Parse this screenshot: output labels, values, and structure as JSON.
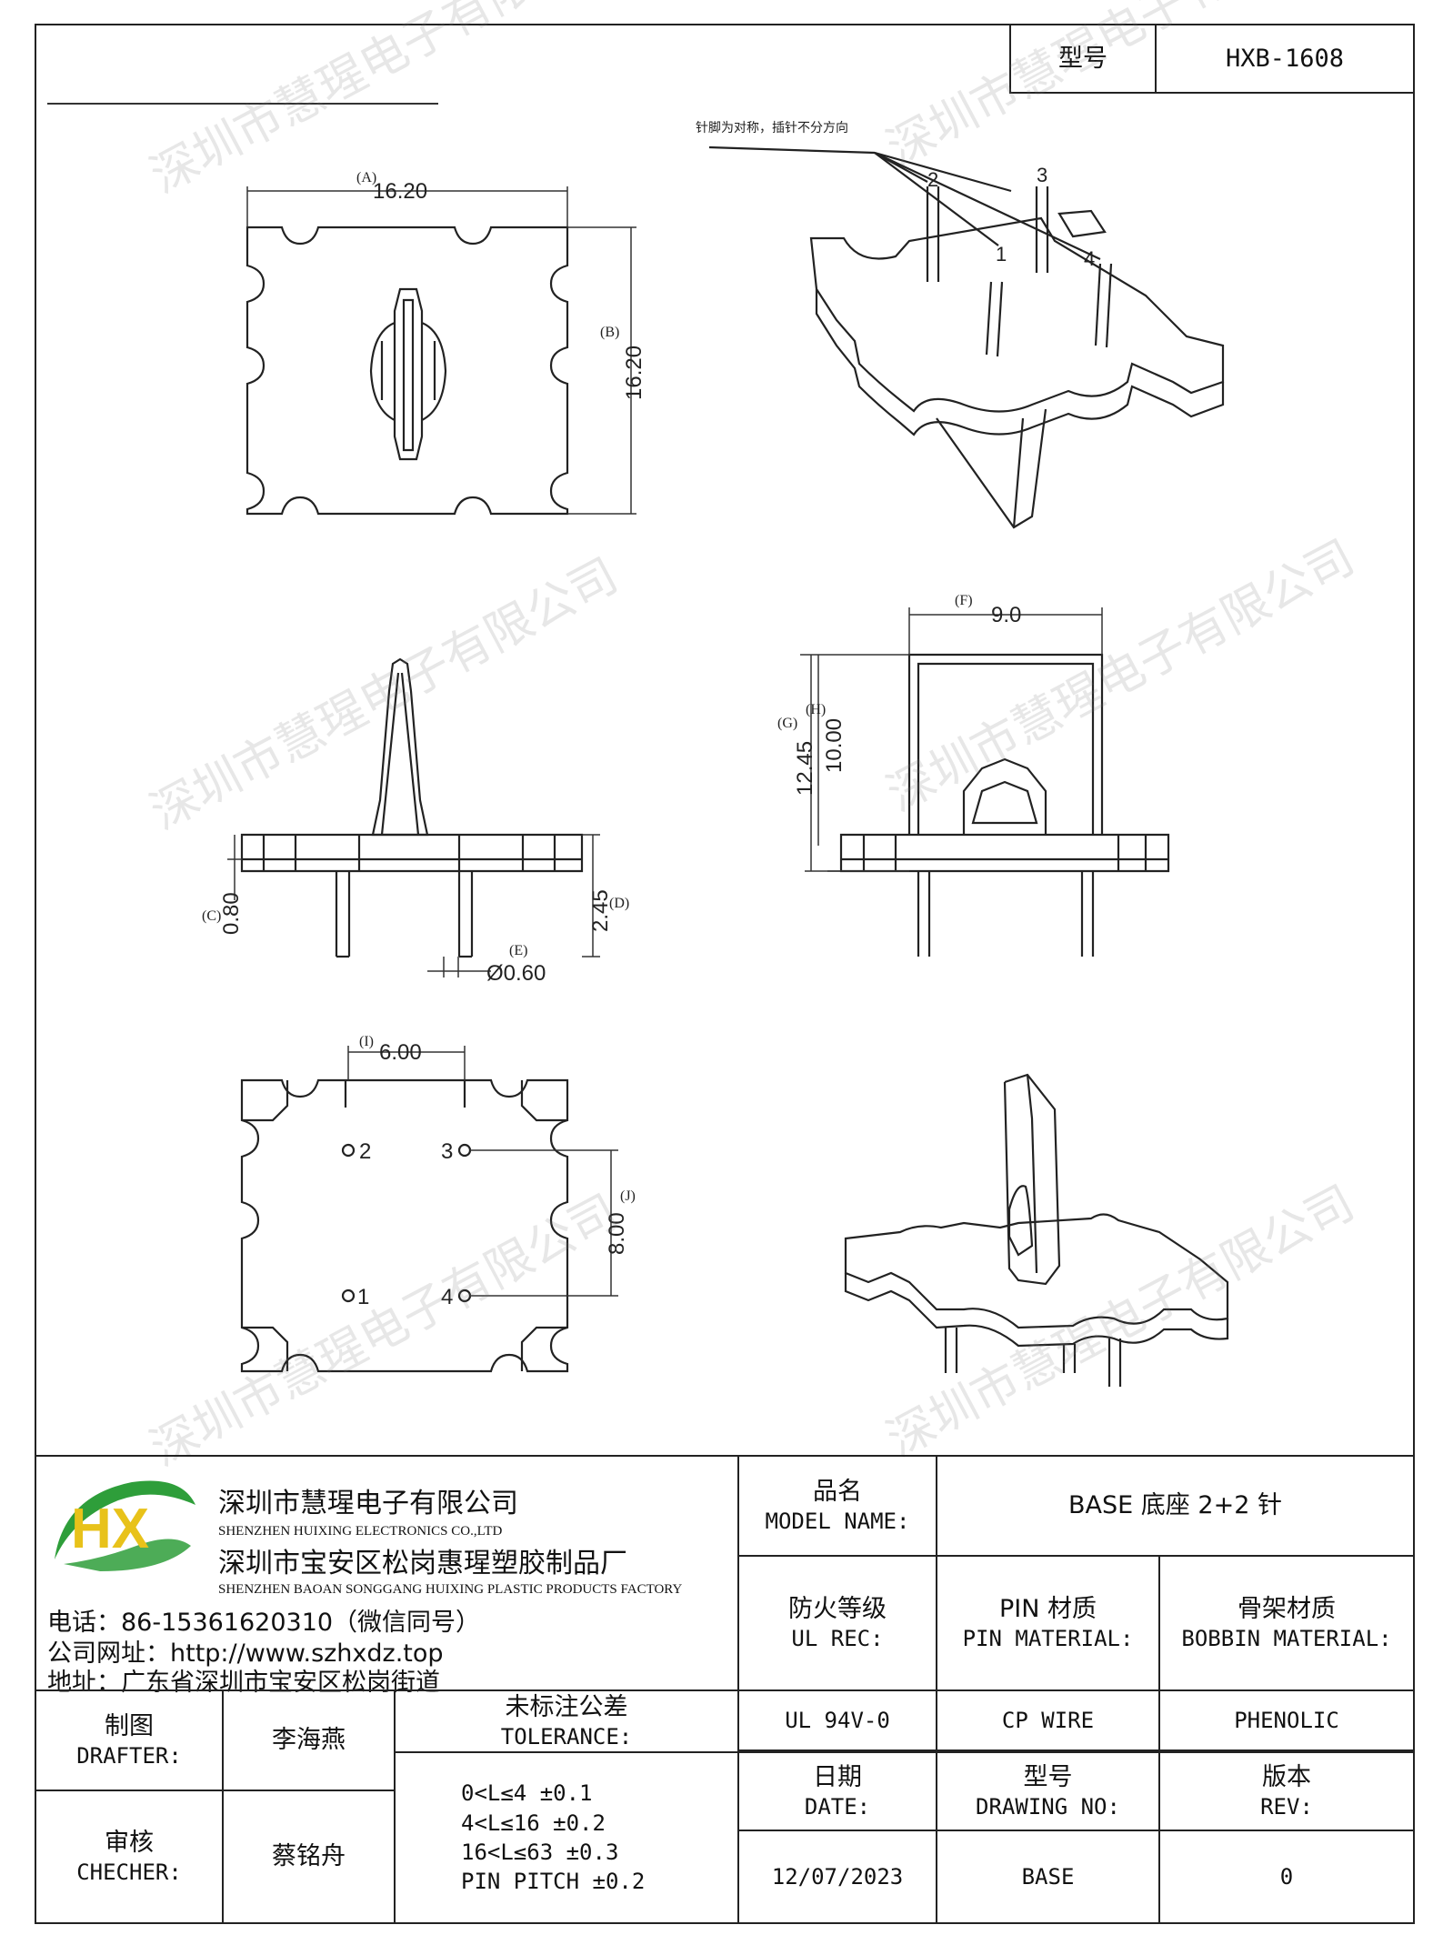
{
  "header": {
    "model_label": "型号",
    "model_value": "HXB-1608"
  },
  "note": "针脚为对称，插针不分方向",
  "dimensions": {
    "a_tag": "(A)",
    "a": "16.20",
    "b_tag": "(B)",
    "b": "16.20",
    "c_tag": "(C)",
    "c": "0.80",
    "d_tag": "(D)",
    "d": "2.45",
    "e_tag": "(E)",
    "e": "Ø0.60",
    "f_tag": "(F)",
    "f": "9.0",
    "g_tag": "(G)",
    "g": "12.45",
    "h_tag": "(H)",
    "h": "10.00",
    "i_tag": "(I)",
    "i": "6.00",
    "j_tag": "(J)",
    "j": "8.00"
  },
  "pins": [
    "1",
    "2",
    "3",
    "4"
  ],
  "company": {
    "name_cn": "深圳市慧瑆电子有限公司",
    "name_en": "SHENZHEN HUIXING ELECTRONICS CO.,LTD",
    "factory_cn": "深圳市宝安区松岗惠瑆塑胶制品厂",
    "factory_en": "SHENZHEN BAOAN SONGGANG HUIXING PLASTIC PRODUCTS FACTORY",
    "phone": "电话：86-15361620310（微信同号）",
    "website": "公司网址：http://www.szhxdz.top",
    "address": "地址：广东省深圳市宝安区松岗街道",
    "logo_text": "HX",
    "logo_colors": {
      "green": "#2e9e3a",
      "yellow": "#e8c21a"
    }
  },
  "title_block": {
    "model_name_cn": "品名",
    "model_name_en": "MODEL NAME:",
    "model_name_value": "BASE 底座 2+2 针",
    "ul_cn": "防火等级",
    "ul_en": "UL REC:",
    "pin_mat_cn": "PIN 材质",
    "pin_mat_en": "PIN MATERIAL:",
    "bobbin_mat_cn": "骨架材质",
    "bobbin_mat_en": "BOBBIN MATERIAL:",
    "ul_value": "UL 94V-0",
    "pin_value": "CP WIRE",
    "bobbin_value": "PHENOLIC",
    "drafter_cn": "制图",
    "drafter_en": "DRAFTER:",
    "drafter_value": "李海燕",
    "checker_cn": "审核",
    "checker_en": "CHECHER:",
    "checker_value": "蔡铭舟",
    "tol_cn": "未标注公差",
    "tol_en": "TOLERANCE:",
    "tol_lines": [
      "0<L≤4  ±0.1",
      "4<L≤16 ±0.2",
      "16<L≤63 ±0.3",
      "PIN PITCH ±0.2"
    ],
    "date_cn": "日期",
    "date_en": "DATE:",
    "date_value": "12/07/2023",
    "drawing_cn": "型号",
    "drawing_en": "DRAWING NO:",
    "drawing_value": "BASE",
    "rev_cn": "版本",
    "rev_en": "REV:",
    "rev_value": "0"
  },
  "watermark": "深圳市慧瑆电子有限公司"
}
